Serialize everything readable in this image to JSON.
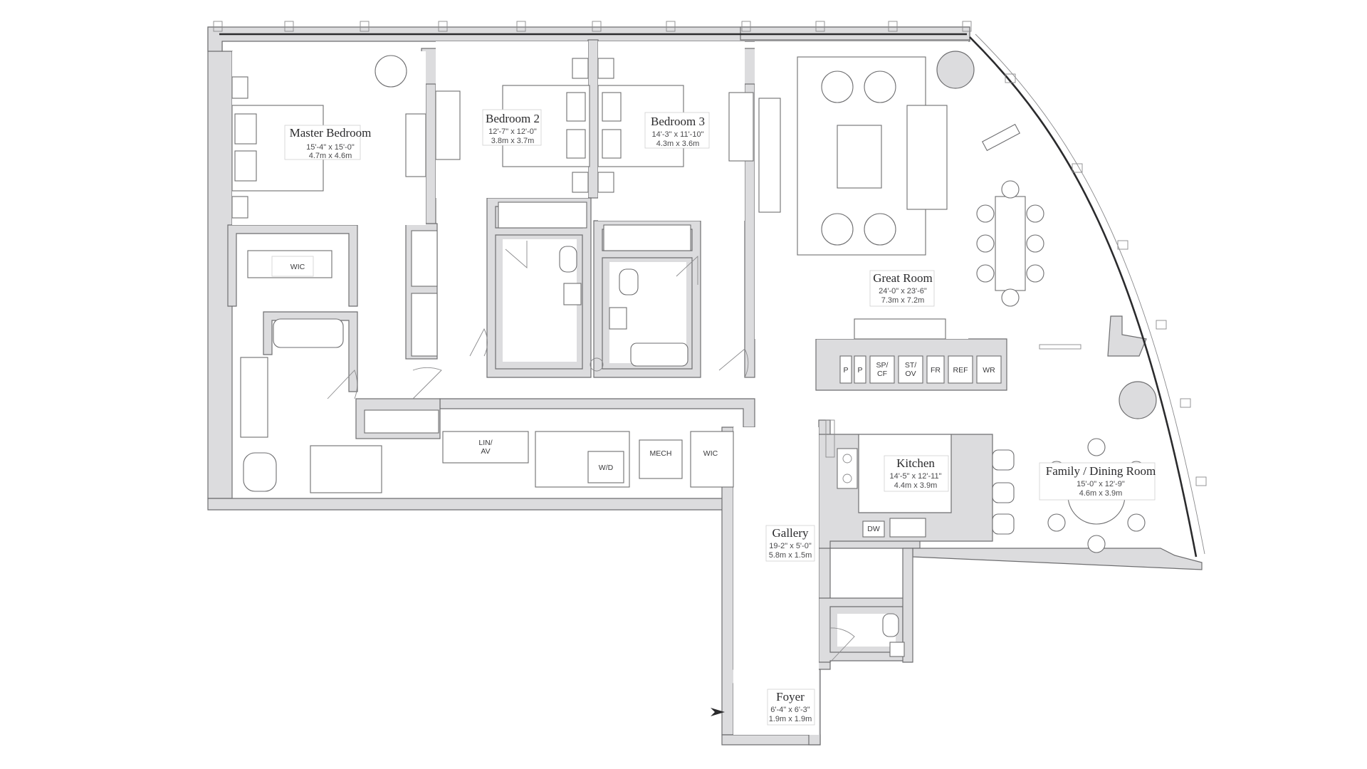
{
  "rooms": {
    "master_bedroom": {
      "name": "Master Bedroom",
      "dim_imperial": "15'-4\" x 15'-0\"",
      "dim_metric": "4.7m x 4.6m"
    },
    "bedroom_2": {
      "name": "Bedroom 2",
      "dim_imperial": "12'-7\" x 12'-0\"",
      "dim_metric": "3.8m x 3.7m"
    },
    "bedroom_3": {
      "name": "Bedroom 3",
      "dim_imperial": "14'-3\" x 11'-10\"",
      "dim_metric": "4.3m x 3.6m"
    },
    "great_room": {
      "name": "Great Room",
      "dim_imperial": "24'-0\" x 23'-6\"",
      "dim_metric": "7.3m x 7.2m"
    },
    "kitchen": {
      "name": "Kitchen",
      "dim_imperial": "14'-5\" x 12'-11\"",
      "dim_metric": "4.4m x 3.9m"
    },
    "family_dining": {
      "name": "Family / Dining Room",
      "dim_imperial": "15'-0\" x 12'-9\"",
      "dim_metric": "4.6m x 3.9m"
    },
    "gallery": {
      "name": "Gallery",
      "dim_imperial": "19-2\" x 5'-0\"",
      "dim_metric": "5.8m x 1.5m"
    },
    "foyer": {
      "name": "Foyer",
      "dim_imperial": "6'-4\" x 6'-3\"",
      "dim_metric": "1.9m x 1.9m"
    }
  },
  "fixtures": {
    "wic_master": "WIC",
    "lin_av_1": "LIN/",
    "lin_av_2": "AV",
    "wd": "W/D",
    "mech": "MECH",
    "wic_hall": "WIC",
    "dw": "DW",
    "pantry_1": "P",
    "pantry_2": "P",
    "spcf_1": "SP/",
    "spcf_2": "CF",
    "stov_1": "ST/",
    "stov_2": "OV",
    "fr": "FR",
    "ref": "REF",
    "wr": "WR"
  },
  "colors": {
    "wall_fill": "#dcdcde",
    "line": "#6e6e70",
    "glazing": "#2b2b2d"
  }
}
